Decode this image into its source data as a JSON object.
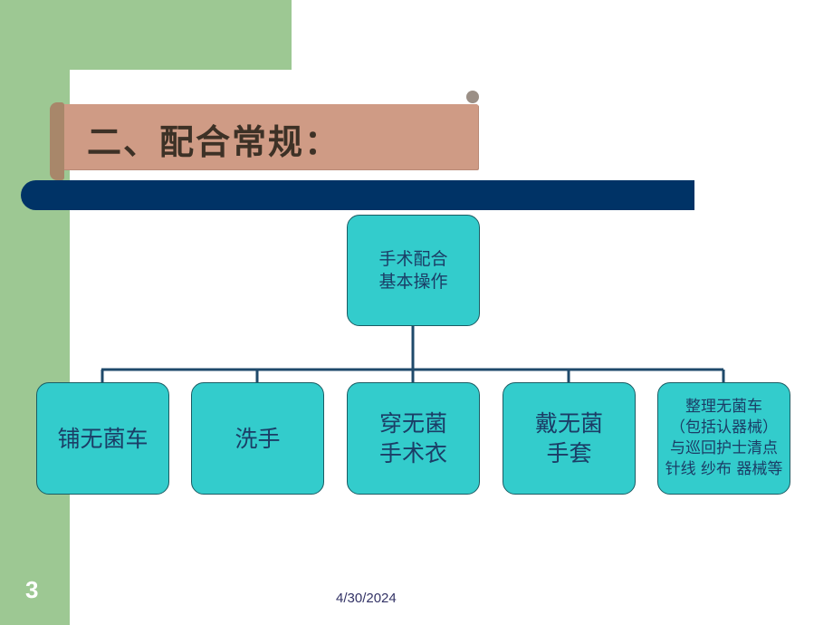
{
  "slide": {
    "title": "二、配合常规：",
    "page_number": "3",
    "date": "4/30/2024"
  },
  "diagram": {
    "root": {
      "label": "手术配合\n基本操作"
    },
    "children": [
      {
        "label": "铺无菌车"
      },
      {
        "label": "洗手"
      },
      {
        "label": "穿无菌\n手术衣"
      },
      {
        "label": "戴无菌\n手套"
      },
      {
        "label": "整理无菌车\n（包括认器械）\n与巡回护士清点\n针线 纱布 器械等"
      }
    ]
  },
  "colors": {
    "background_green": "#9dc893",
    "title_banner": "#cf9b85",
    "navy_bar": "#003366",
    "box_fill": "#33cccc",
    "box_text": "#1b3d66",
    "connector": "#1f4a6b"
  }
}
